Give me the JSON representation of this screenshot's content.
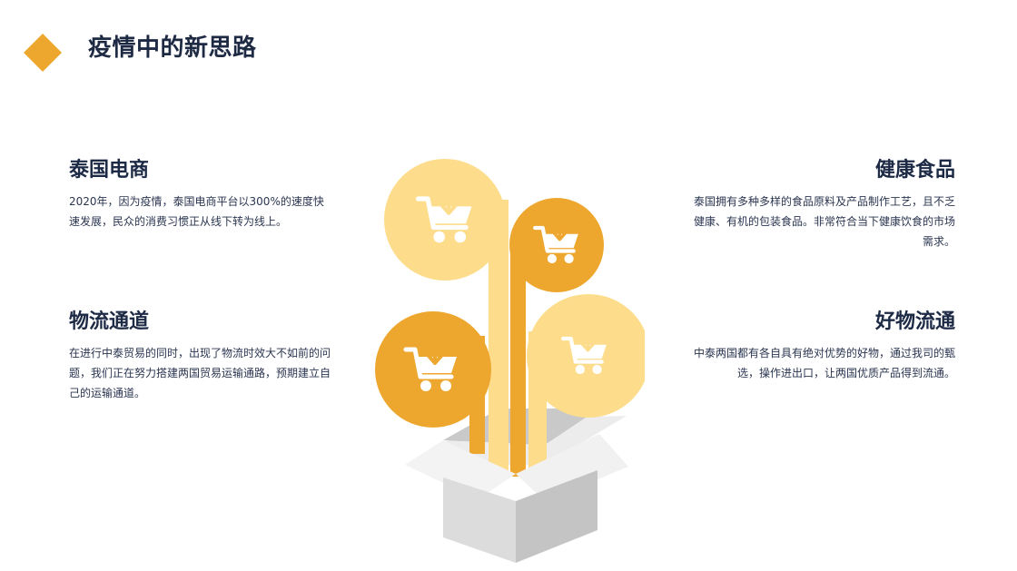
{
  "page": {
    "title": "疫情中的新思路",
    "accent_color": "#eea72e"
  },
  "sections": [
    {
      "title": "泰国电商",
      "body": "2020年，因为疫情，泰国电商平台以300%的速度快速发展，民众的消费习惯正从线下转为线上。"
    },
    {
      "title": "物流通道",
      "body": "在进行中泰贸易的同时，出现了物流时效大不如前的问题，我们正在努力搭建两国贸易运输通路，预期建立自己的运输通道。"
    },
    {
      "title": "健康食品",
      "body": "泰国拥有多种多样的食品原料及产品制作工艺，且不乏健康、有机的包装食品。非常符合当下健康饮食的市场需求。"
    },
    {
      "title": "好物流通",
      "body": "中泰两国都有各自具有绝对优势的好物，通过我司的甄选，操作进出口，让两国优质产品得到流通。"
    }
  ],
  "illustration": {
    "icon": "shopping-cart-download-icon",
    "light_color": "#fddd8c",
    "dark_color": "#eea72e",
    "box_color": "#d8d8d8"
  }
}
